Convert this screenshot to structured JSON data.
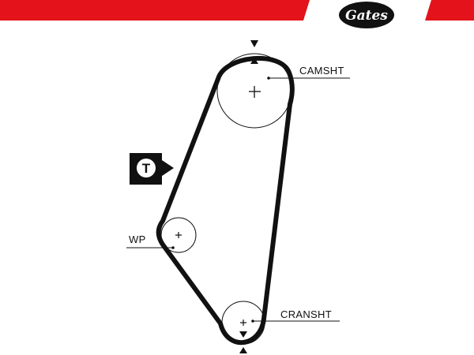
{
  "header": {
    "brand_logo_text": "Gates",
    "accent_color": "#e3121b",
    "logo_color": "#111111"
  },
  "diagram": {
    "belt_color": "#111111",
    "pulleys": [
      {
        "id": "camshaft",
        "label": "CAMSHT"
      },
      {
        "id": "water-pump",
        "label": "WP"
      },
      {
        "id": "crankshaft",
        "label": "CRANSHT"
      }
    ],
    "tensioner_marker": {
      "letter": "T"
    },
    "timing_marks": [
      "top-triangle",
      "bottom-triangle"
    ]
  }
}
